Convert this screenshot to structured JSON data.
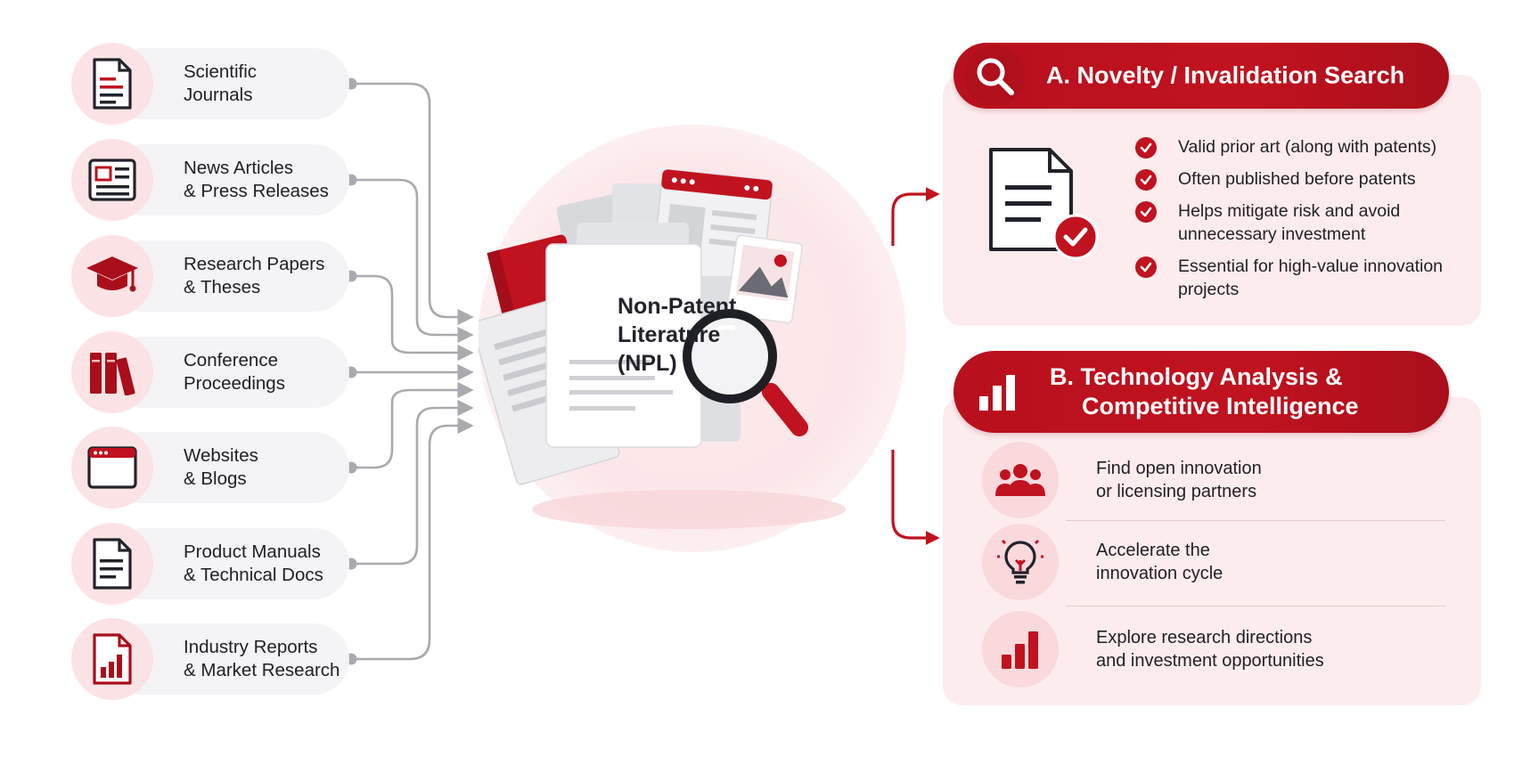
{
  "sources": [
    {
      "line1": "Scientific",
      "line2": "Journals",
      "icon": "journal-icon"
    },
    {
      "line1": "News Articles",
      "line2": "& Press Releases",
      "icon": "newspaper-icon"
    },
    {
      "line1": "Research Papers",
      "line2": "& Theses",
      "icon": "graduation-cap-icon"
    },
    {
      "line1": "Conference",
      "line2": "Proceedings",
      "icon": "books-icon"
    },
    {
      "line1": "Websites",
      "line2": "& Blogs",
      "icon": "browser-window-icon"
    },
    {
      "line1": "Product Manuals",
      "line2": "& Technical Docs",
      "icon": "manual-document-icon"
    },
    {
      "line1": "Industry Reports",
      "line2": "& Market Research",
      "icon": "report-chart-icon"
    }
  ],
  "center": {
    "line1": "Non-Patent",
    "line2": "Literature",
    "line3": "(NPL)"
  },
  "panel_a": {
    "title": "A. Novelty / Invalidation Search",
    "bullets": [
      {
        "line1": "Valid prior art (along with patents)",
        "line2": ""
      },
      {
        "line1": "Often published before patents",
        "line2": ""
      },
      {
        "line1": "Helps mitigate risk and avoid",
        "line2": "unnecessary investment"
      },
      {
        "line1": "Essential for high-value innovation",
        "line2": "projects"
      }
    ]
  },
  "panel_b": {
    "title_line1": "B. Technology Analysis &",
    "title_line2": "Competitive Intelligence",
    "items": [
      {
        "line1": "Find open innovation",
        "line2": "or licensing partners",
        "icon": "people-group-icon"
      },
      {
        "line1": "Accelerate the",
        "line2": "innovation cycle",
        "icon": "lightbulb-icon"
      },
      {
        "line1": "Explore research directions",
        "line2": "and investment opportunities",
        "icon": "bar-chart-icon"
      }
    ]
  },
  "colors": {
    "accent": "#c1121f",
    "accent_light": "#fdecee",
    "pill": "#f4f4f6",
    "connector": "#a9a9ae",
    "dark": "#22232a"
  }
}
